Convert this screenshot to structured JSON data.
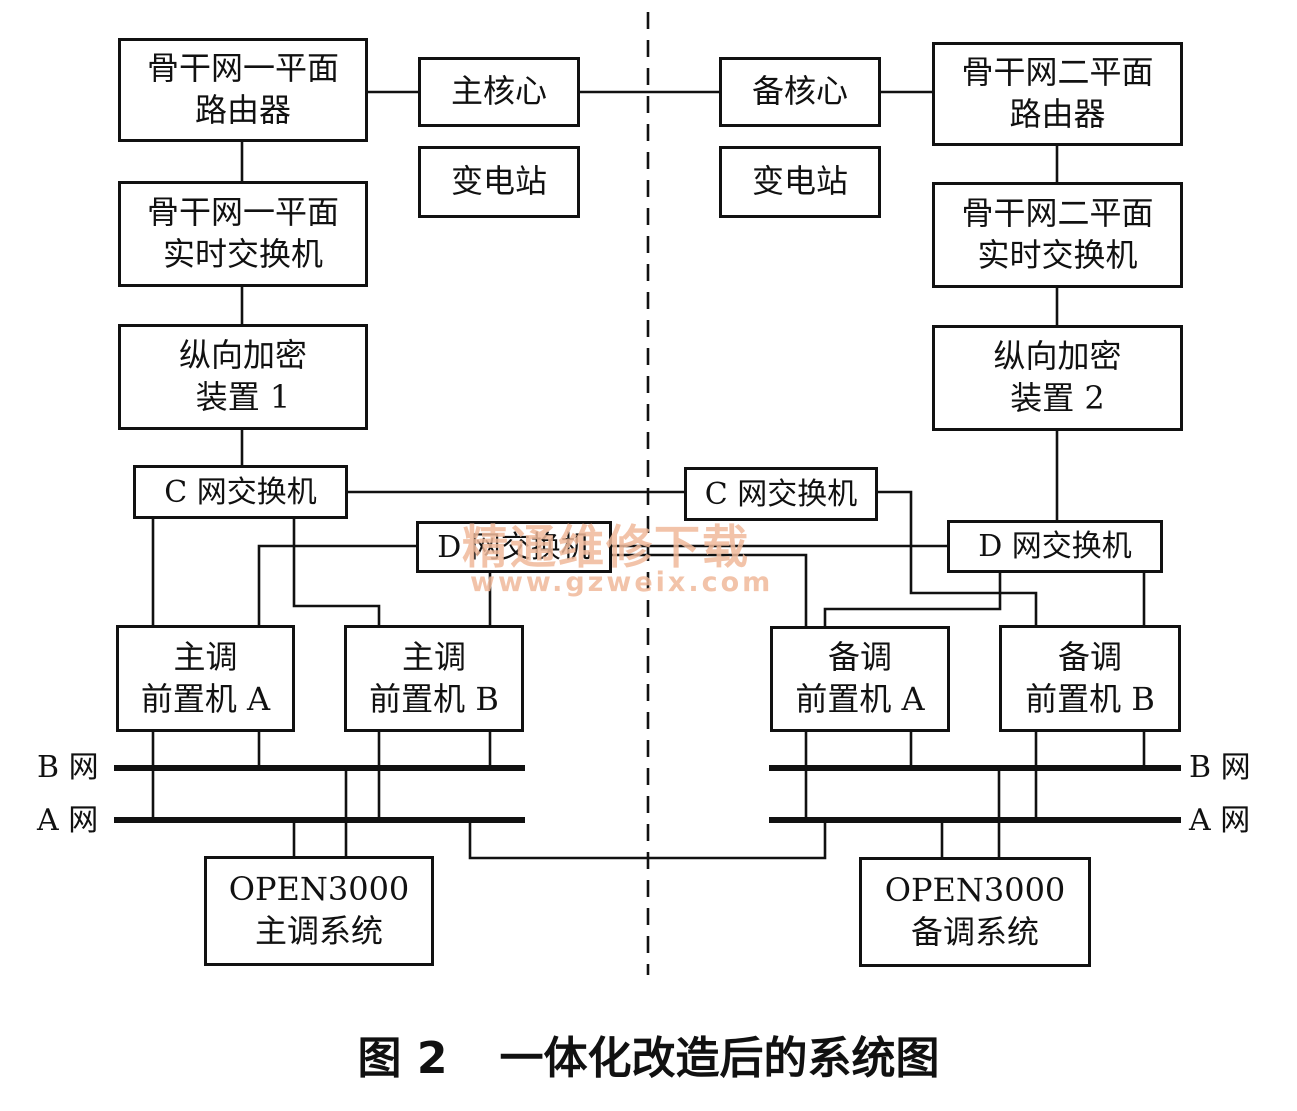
{
  "nodes": {
    "backbone1_router": [
      "骨干网一平面",
      "路由器"
    ],
    "main_core": "主核心",
    "substation_1": "变电站",
    "backup_core": "备核心",
    "substation_2": "变电站",
    "backbone2_router": [
      "骨干网二平面",
      "路由器"
    ],
    "backbone1_switch": [
      "骨干网一平面",
      "实时交换机"
    ],
    "backbone2_switch": [
      "骨干网二平面",
      "实时交换机"
    ],
    "encrypt_1": [
      "纵向加密",
      "装置 1"
    ],
    "encrypt_2": [
      "纵向加密",
      "装置 2"
    ],
    "c_switch_1": "C 网交换机",
    "c_switch_2": "C 网交换机",
    "d_switch_1": "D 网交换机",
    "d_switch_2": "D 网交换机",
    "main_fep_a": [
      "主调",
      "前置机 A"
    ],
    "main_fep_b": [
      "主调",
      "前置机 B"
    ],
    "backup_fep_a": [
      "备调",
      "前置机 A"
    ],
    "backup_fep_b": [
      "备调",
      "前置机 B"
    ],
    "open3000_main": [
      "OPEN3000",
      "主调系统"
    ],
    "open3000_backup": [
      "OPEN3000",
      "备调系统"
    ]
  },
  "bus_labels": {
    "b_left": "B 网",
    "a_left": "A 网",
    "b_right": "B 网",
    "a_right": "A 网"
  },
  "watermark": {
    "line1": "精通维修下载",
    "line2": "www.gzweix.com"
  },
  "caption": {
    "figure_no": "图 2",
    "title": "一体化改造后的系统图"
  }
}
